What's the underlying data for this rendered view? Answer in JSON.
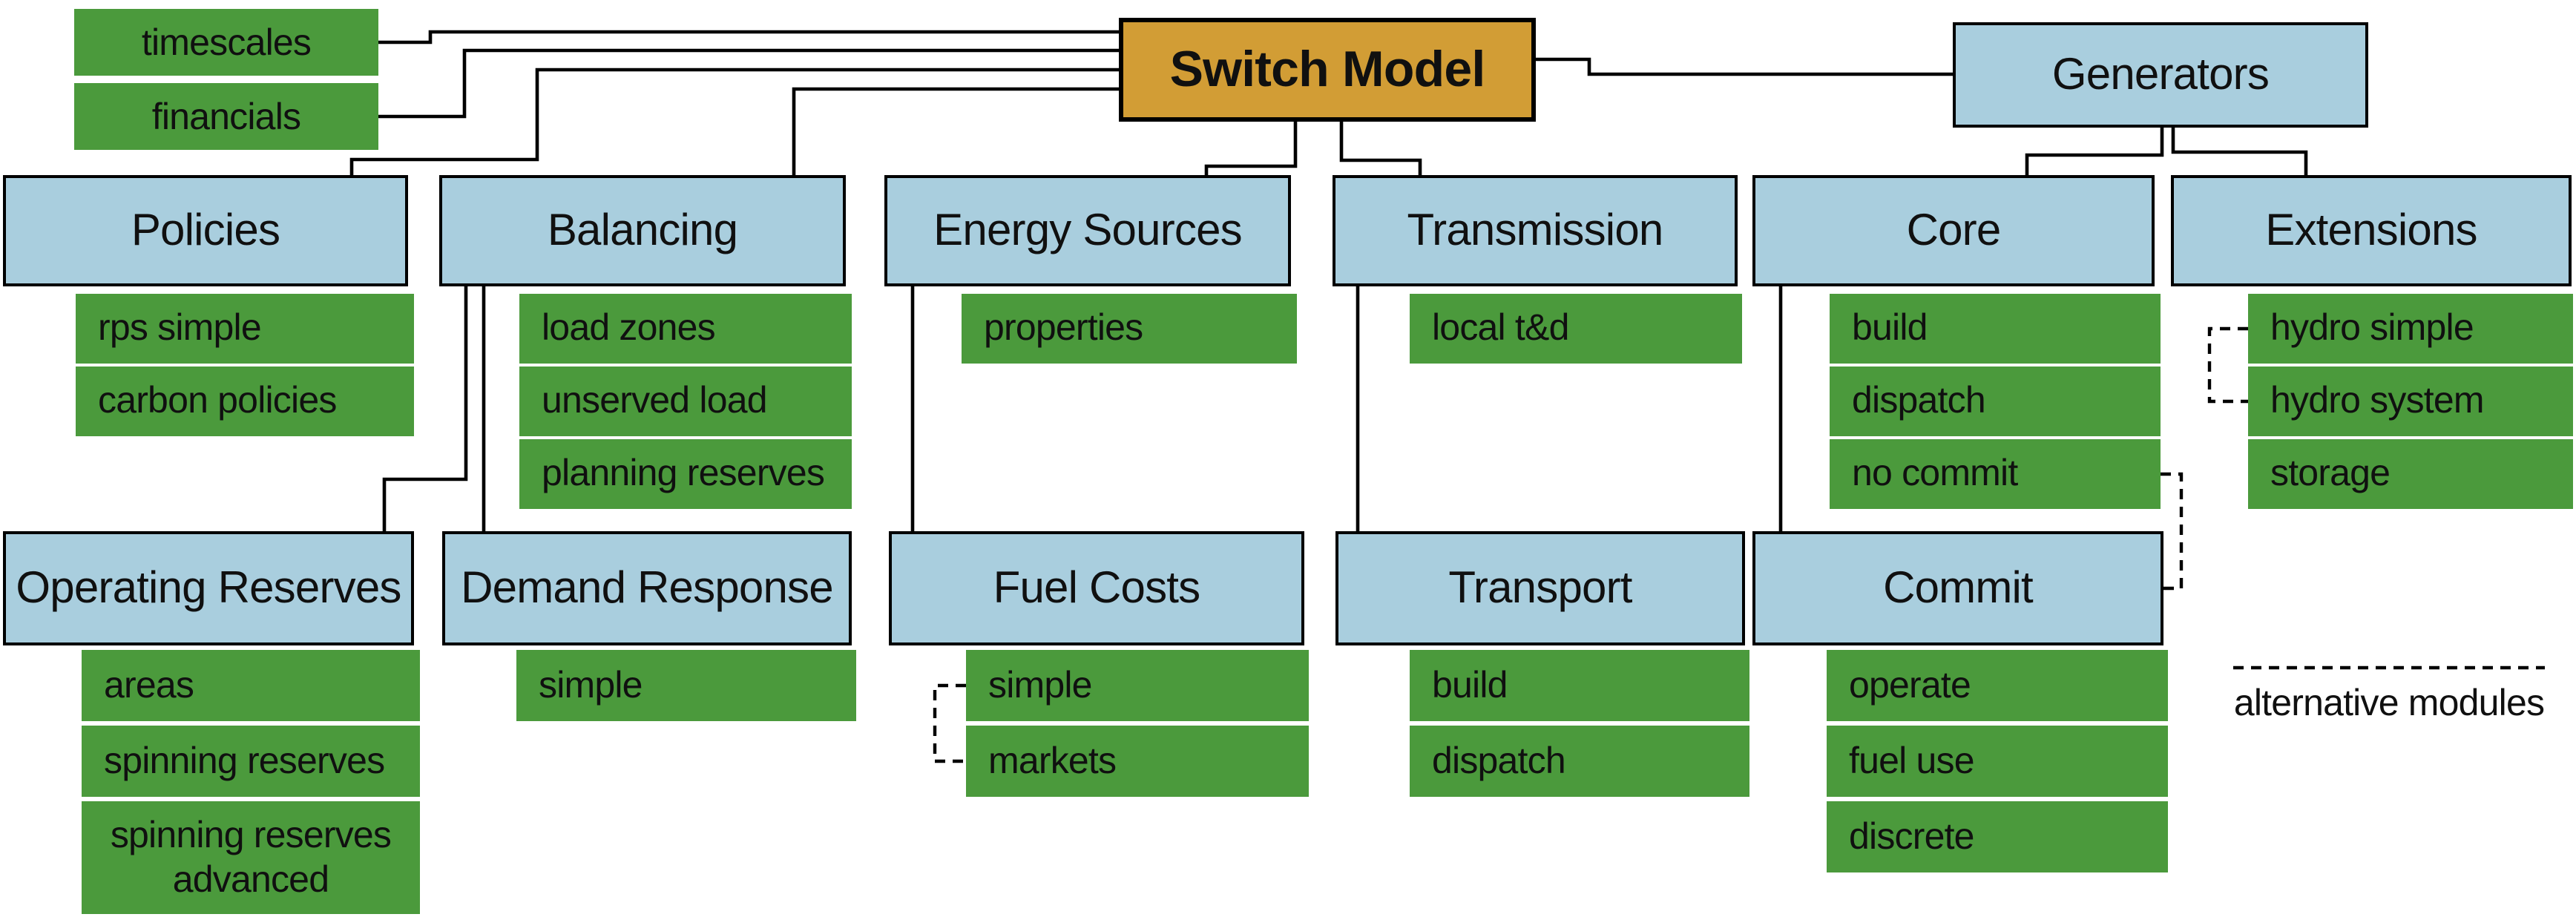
{
  "root": {
    "label": "Switch Model"
  },
  "generators": {
    "label": "Generators"
  },
  "satellites": [
    {
      "label": "timescales"
    },
    {
      "label": "financials"
    }
  ],
  "columns": {
    "policies": {
      "header": "Policies",
      "items": [
        "rps simple",
        "carbon policies"
      ]
    },
    "balancing": {
      "header": "Balancing",
      "items": [
        "load zones",
        "unserved load",
        "planning reserves"
      ]
    },
    "energy_sources": {
      "header": "Energy Sources",
      "items": [
        "properties"
      ]
    },
    "transmission": {
      "header": "Transmission",
      "items": [
        "local t&d"
      ]
    },
    "core": {
      "header": "Core",
      "items": [
        "build",
        "dispatch",
        "no commit"
      ]
    },
    "extensions": {
      "header": "Extensions",
      "items": [
        "hydro simple",
        "hydro system",
        "storage"
      ]
    }
  },
  "subgroups": {
    "operating_reserves": {
      "header": "Operating Reserves",
      "items": [
        "areas",
        "spinning reserves",
        "spinning reserves advanced"
      ]
    },
    "demand_response": {
      "header": "Demand Response",
      "items": [
        "simple"
      ]
    },
    "fuel_costs": {
      "header": "Fuel Costs",
      "items": [
        "simple",
        "markets"
      ]
    },
    "transport": {
      "header": "Transport",
      "items": [
        "build",
        "dispatch"
      ]
    },
    "commit": {
      "header": "Commit",
      "items": [
        "operate",
        "fuel use",
        "discrete"
      ]
    }
  },
  "legend": {
    "label": "alternative modules"
  },
  "colors": {
    "module_green": "#4b9a3c",
    "package_blue": "#a9cede",
    "root_gold": "#d29d35",
    "line": "#000000"
  }
}
